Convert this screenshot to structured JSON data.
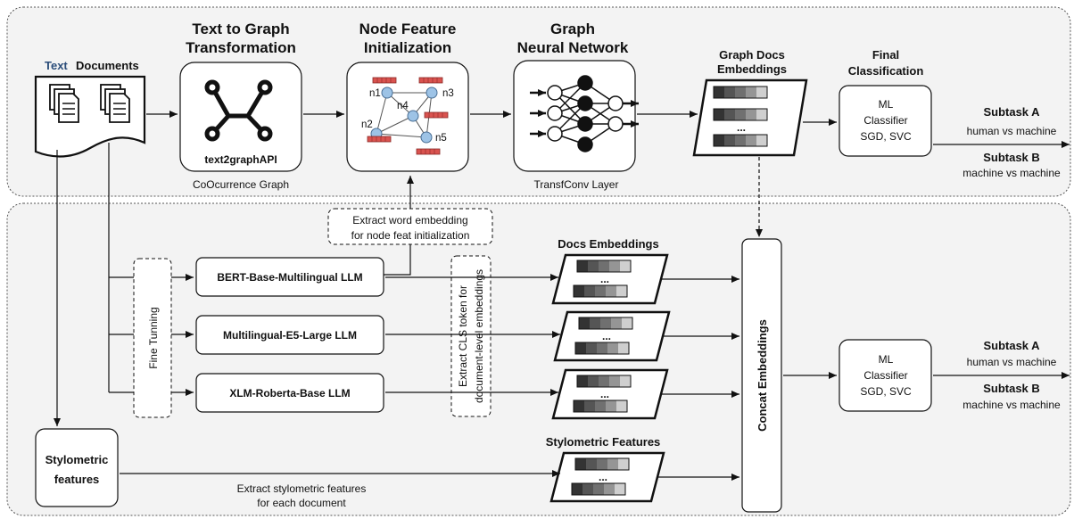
{
  "docs": {
    "label_text": "Text",
    "label_docs": "Documents"
  },
  "t2g": {
    "title_1": "Text to Graph",
    "title_2": "Transformation",
    "inner_label": "text2graphAPI",
    "caption": "CoOcurrence Graph"
  },
  "nfi": {
    "title_1": "Node Feature",
    "title_2": "Initialization",
    "nodes": [
      "n1",
      "n2",
      "n3",
      "n4",
      "n5"
    ]
  },
  "gnn": {
    "title_1": "Graph",
    "title_2": "Neural Network",
    "caption": "TransfConv Layer"
  },
  "gde": {
    "title_1": "Graph Docs",
    "title_2": "Embeddings",
    "dots": "..."
  },
  "final": {
    "title_1": "Final",
    "title_2": "Classification"
  },
  "classifier": {
    "line1": "ML",
    "line2": "Classifier",
    "line3": "SGD, SVC"
  },
  "subtasks": {
    "a_title": "Subtask A",
    "a_desc": "human vs machine",
    "b_title": "Subtask B",
    "b_desc": "machine vs machine"
  },
  "word_emb": {
    "line1": "Extract word embedding",
    "line2": "for node feat initialization"
  },
  "fine_tuning": "Fine Tunning",
  "llms": [
    "BERT-Base-Multilingual LLM",
    "Multilingual-E5-Large LLM",
    "XLM-Roberta-Base LLM"
  ],
  "cls": {
    "line1": "Extract CLS token for",
    "line2": "document-level embeddings"
  },
  "docs_emb": {
    "title": "Docs Embeddings",
    "dots": "..."
  },
  "stylo_box": {
    "line1": "Stylometric",
    "line2": "features"
  },
  "stylo_feat": {
    "title": "Stylometric Features",
    "dots": "..."
  },
  "extract_stylo": {
    "line1": "Extract stylometric features",
    "line2": "for each document"
  },
  "concat": "Concat Embeddings",
  "colors": {
    "node_fill": "#9dc3e6",
    "feat_red": "#d9534f",
    "emb_dark": "#333333",
    "emb_mid": "#7a7a7a",
    "emb_light": "#cfcfcf"
  }
}
